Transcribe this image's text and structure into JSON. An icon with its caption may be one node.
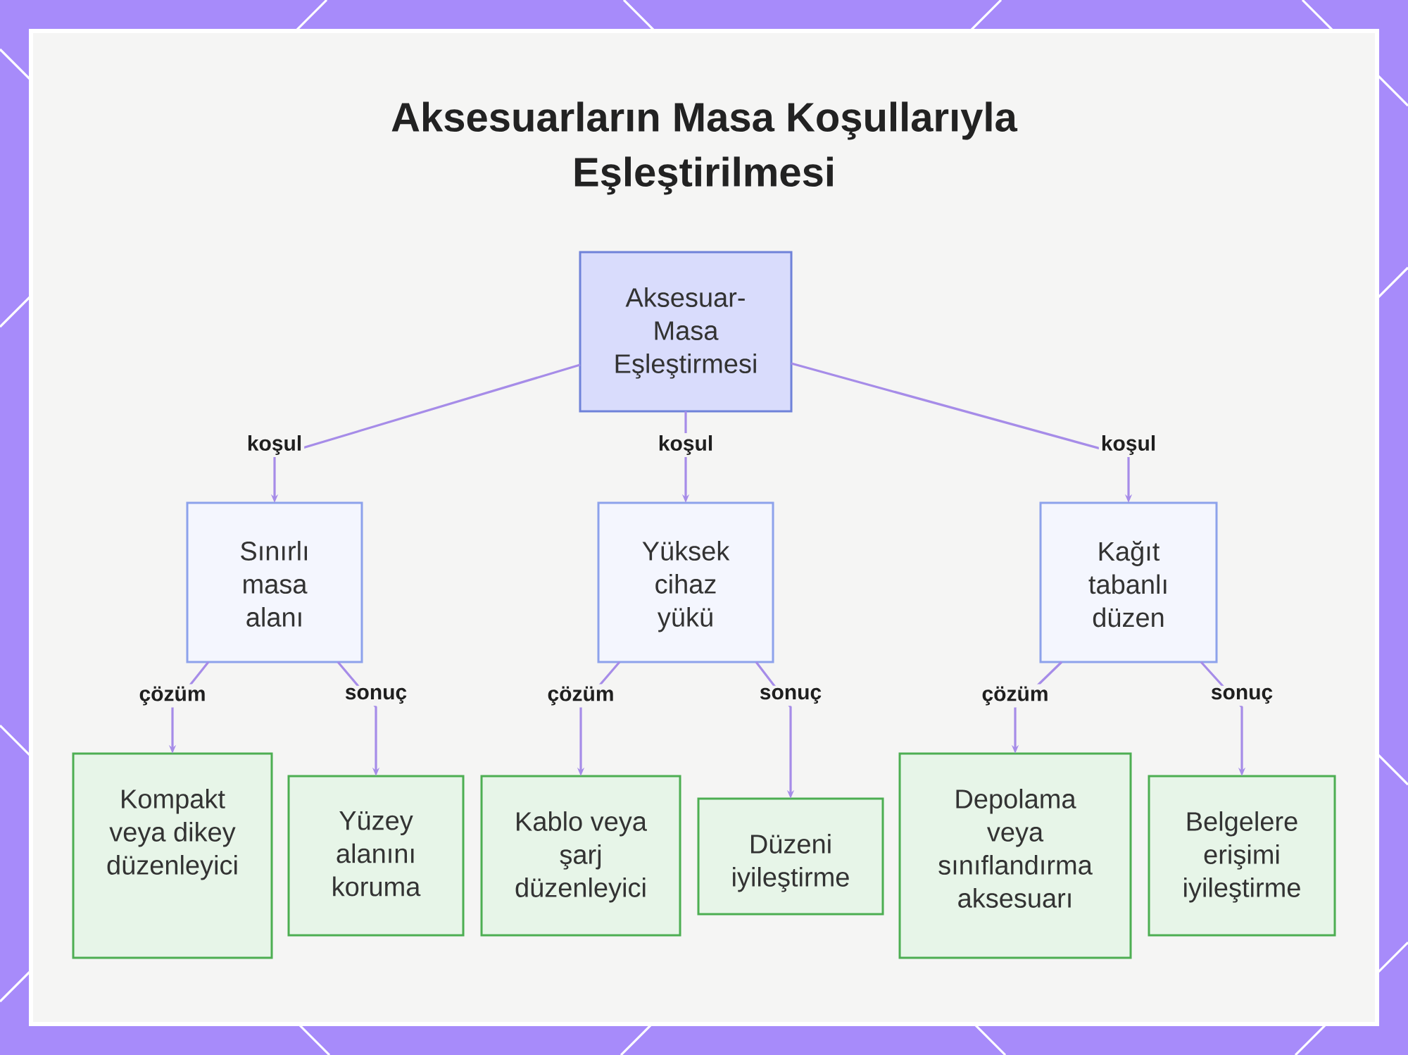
{
  "diagram": {
    "title": "Aksesuarların Masa Koşullarıyla Eşleştirilmesi",
    "nodes": [
      {
        "text": [
          "Aksesuar-Masa Eşleştirmesi"
        ]
      },
      {
        "text": [
          "Sınırlı masa alanı"
        ]
      },
      {
        "text": [
          "Yüksek cihaz yükü"
        ]
      },
      {
        "text": [
          "Kağıt tabanlı düzen"
        ]
      },
      {
        "text": [
          "Kompakt veya dikey düzenleyici"
        ]
      },
      {
        "text": [
          "Yüzey alanını koruma"
        ]
      },
      {
        "text": [
          "Kablo veya şarj düzenleyici"
        ]
      },
      {
        "text": [
          "Düzeni iyileştirme"
        ]
      },
      {
        "text": [
          "Depolama veya sınıflandırma aksesuarı"
        ]
      },
      {
        "text": [
          "Belgelere erişimi iyileştirme"
        ]
      }
    ],
    "edges": [
      {
        "from": 0,
        "to": 1,
        "arrow": "to",
        "label": "koşul"
      },
      {
        "from": 0,
        "to": 2,
        "arrow": "to",
        "label": "koşul"
      },
      {
        "from": 0,
        "to": 3,
        "arrow": "to",
        "label": "koşul"
      },
      {
        "from": 1,
        "to": 4,
        "arrow": "to",
        "label": "çözüm"
      },
      {
        "from": 1,
        "to": 5,
        "arrow": "to",
        "label": "sonuç"
      },
      {
        "from": 2,
        "to": 6,
        "arrow": "to",
        "label": "çözüm"
      },
      {
        "from": 2,
        "to": 7,
        "arrow": "to",
        "label": "sonuç"
      },
      {
        "from": 3,
        "to": 8,
        "arrow": "to",
        "label": "çözüm"
      },
      {
        "from": 3,
        "to": 9,
        "arrow": "to",
        "label": "sonuç"
      }
    ]
  }
}
